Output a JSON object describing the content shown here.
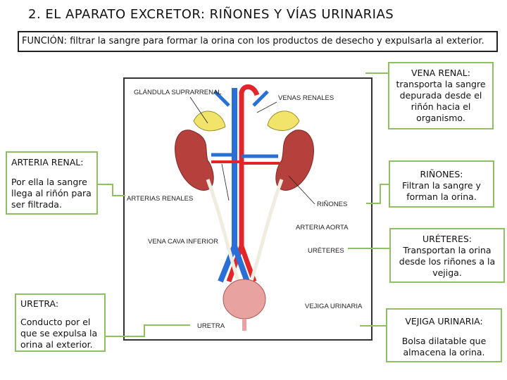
{
  "title": "2. EL APARATO EXCRETOR: RIÑONES Y VÍAS URINARIAS",
  "funcion": {
    "label": "FUNCIÓN",
    "text": ": filtrar la sangre para formar la orina con los productos de desecho y expulsarla al exterior."
  },
  "vena_renal": {
    "title": "VENA RENAL:",
    "text": "transporta la sangre depurada desde el riñón hacia el organismo."
  },
  "arteria_renal": {
    "title": "ARTERIA RENAL:",
    "text": "Por ella la sangre llega al riñón para ser filtrada."
  },
  "rinones": {
    "title": "RIÑONES:",
    "text": "Filtran la sangre y forman la orina."
  },
  "ureteres": {
    "title": "URÉTERES:",
    "text": "Transportan la orina desde los riñones a la vejiga."
  },
  "uretra": {
    "title": "URETRA:",
    "text": "Conducto por el que se expulsa la orina al exterior."
  },
  "vejiga": {
    "title": "VEJIGA URINARIA:",
    "text": "Bolsa dilatable que almacena la orina."
  },
  "figure_labels": {
    "glandula": "GLÁNDULA SUPRARRENAL",
    "venas_renales": "VENAS RENALES",
    "arterias_renales": "ARTERIAS RENALES",
    "rinones": "RIÑONES",
    "arteria_aorta": "ARTERIA AORTA",
    "vena_cava": "VENA CAVA INFERIOR",
    "ureteres": "URÉTERES",
    "vejiga": "VEJIGA URINARIA",
    "uretra": "URETRA"
  },
  "colors": {
    "box_border": "#8fbf63",
    "artery": "#e0262a",
    "vein": "#2a6fd6",
    "kidney": "#c0504d",
    "gland": "#f2e36b"
  }
}
